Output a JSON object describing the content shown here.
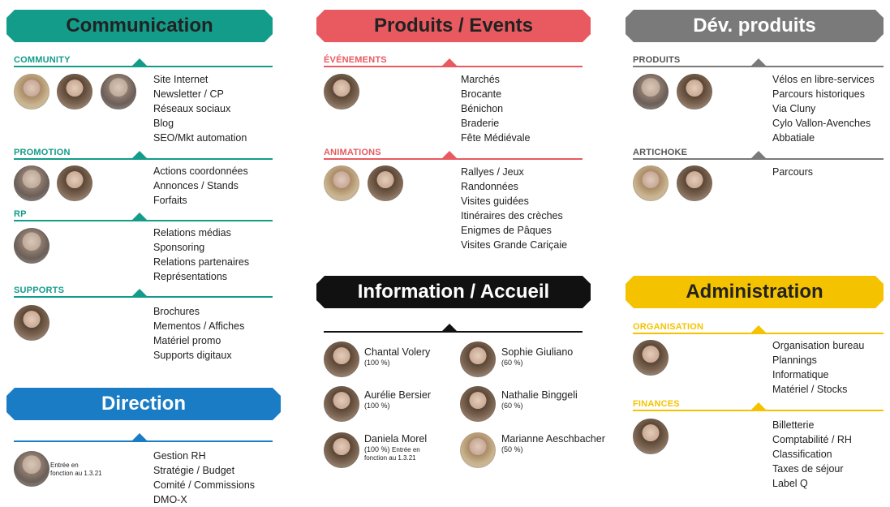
{
  "colors": {
    "teal": "#139c8a",
    "red": "#e85a5f",
    "gray": "#7a7a7a",
    "blue": "#1a7cc4",
    "black": "#111111",
    "yellow": "#f5c200"
  },
  "communication": {
    "title": "Communication",
    "community": {
      "label": "COMMUNITY",
      "items": [
        "Site Internet",
        "Newsletter / CP",
        "Réseaux sociaux",
        "Blog",
        "SEO/Mkt automation"
      ]
    },
    "promotion": {
      "label": "PROMOTION",
      "items": [
        "Actions coordonnées",
        "Annonces / Stands",
        "Forfaits"
      ]
    },
    "rp": {
      "label": "RP",
      "items": [
        "Relations médias",
        "Sponsoring",
        "Relations partenaires",
        "Représentations"
      ]
    },
    "supports": {
      "label": "SUPPORTS",
      "items": [
        "Brochures",
        "Mementos / Affiches",
        "Matériel promo",
        "Supports digitaux"
      ]
    }
  },
  "direction": {
    "title": "Direction",
    "note_line1": "Entrée en",
    "note_line2": "fonction au 1.3.21",
    "items": [
      "Gestion RH",
      "Stratégie / Budget",
      "Comité / Commissions",
      "DMO-X"
    ]
  },
  "produits_events": {
    "title": "Produits / Events",
    "evenements": {
      "label": "ÉVÉNEMENTS",
      "items": [
        "Marchés",
        "Brocante",
        "Bénichon",
        "Braderie",
        "Fête Médiévale"
      ]
    },
    "animations": {
      "label": "ANIMATIONS",
      "items": [
        "Rallyes / Jeux",
        "Randonnées",
        "Visites guidées",
        "Itinéraires des crèches",
        "Enigmes de Pâques",
        "Visites Grande Cariçaie"
      ]
    }
  },
  "information": {
    "title": "Information / Accueil",
    "people": [
      {
        "name": "Chantal Volery",
        "pct": "(100 %)",
        "note": ""
      },
      {
        "name": "Sophie Giuliano",
        "pct": "(60 %)",
        "note": ""
      },
      {
        "name": "Aurélie Bersier",
        "pct": "(100 %)",
        "note": ""
      },
      {
        "name": "Nathalie Binggeli",
        "pct": "(60 %)",
        "note": ""
      },
      {
        "name": "Daniela Morel",
        "pct": "(100 %)",
        "note": "Entrée en",
        "note2": "fonction au 1.3.21"
      },
      {
        "name": "Marianne Aeschbacher",
        "pct": "(50 %)",
        "note": ""
      }
    ]
  },
  "dev_produits": {
    "title": "Dév. produits",
    "produits": {
      "label": "PRODUITS",
      "items": [
        "Vélos en libre-services",
        "Parcours historiques",
        "Via Cluny",
        "Cylo Vallon-Avenches",
        "Abbatiale"
      ]
    },
    "artichoke": {
      "label": "ARTICHOKE",
      "items": [
        "Parcours"
      ]
    }
  },
  "administration": {
    "title": "Administration",
    "organisation": {
      "label": "ORGANISATION",
      "items": [
        "Organisation bureau",
        "Plannings",
        "Informatique",
        "Matériel / Stocks"
      ]
    },
    "finances": {
      "label": "FINANCES",
      "items": [
        "Billetterie",
        "Comptabilité / RH",
        "Classification",
        "Taxes de séjour",
        "Label Q"
      ]
    }
  }
}
